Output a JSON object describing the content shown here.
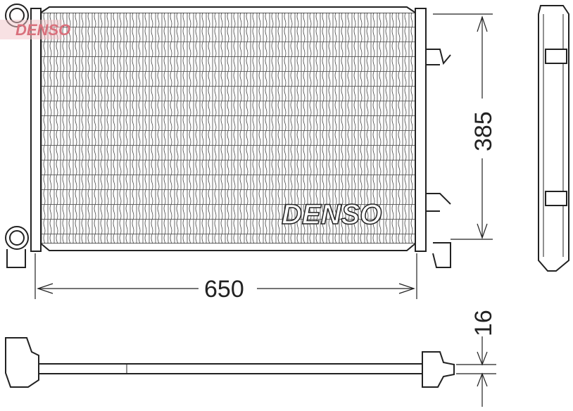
{
  "drawing": {
    "brand_logo": "DENSO",
    "watermark": "DENSO",
    "dimensions": {
      "height": "385",
      "width": "650",
      "thickness": "16"
    },
    "colors": {
      "line": "#222222",
      "watermark": "#e7a3aa"
    }
  }
}
